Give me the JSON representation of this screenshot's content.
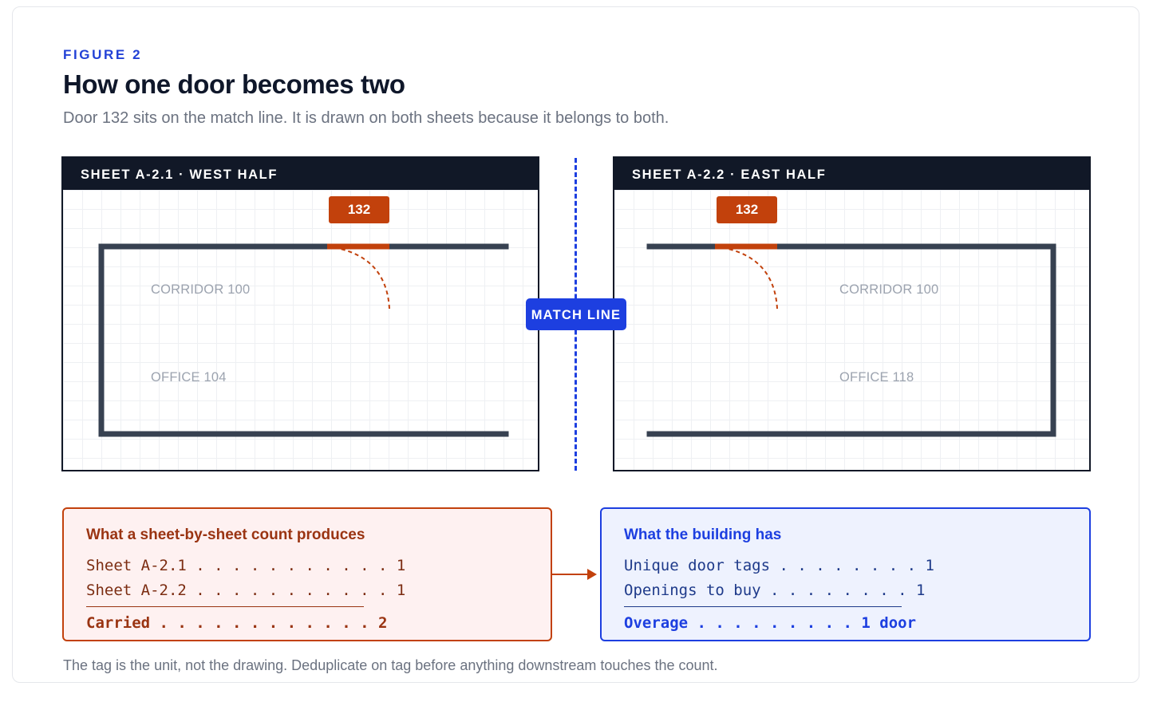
{
  "figure": {
    "eyebrow": "FIGURE 2",
    "title": "How one door becomes two",
    "subtitle": "Door 132 sits on the match line. It is drawn on both sheets because it belongs to both."
  },
  "sheets": {
    "west": {
      "header": "SHEET A-2.1 · WEST HALF",
      "door_tag": "132",
      "rooms": [
        "CORRIDOR 100",
        "OFFICE 104"
      ]
    },
    "east": {
      "header": "SHEET A-2.2 · EAST HALF",
      "door_tag": "132",
      "rooms": [
        "CORRIDOR 100",
        "OFFICE 118"
      ]
    }
  },
  "match_line": {
    "label": "MATCH LINE"
  },
  "sheet_count": {
    "title": "What a sheet-by-sheet count produces",
    "rows": [
      "Sheet A-2.1 . . . . . . . . . . . 1",
      "Sheet A-2.2 . . . . . . . . . . . 1"
    ],
    "total": "Carried . . . . . . . . . . . . 2"
  },
  "building": {
    "title": "What the building has",
    "rows": [
      "Unique door tags . . . . . . . . 1",
      "Openings to buy . . . . . . . . 1"
    ],
    "total": "Overage . . . . . . . . . 1 door"
  },
  "footer": "The tag is the unit, not the drawing. Deduplicate on tag before anything downstream touches the count.",
  "colors": {
    "accent_blue": "#1d3fe0",
    "door_orange": "#c2410c",
    "sheet_dark": "#111827",
    "wall": "#374151"
  }
}
